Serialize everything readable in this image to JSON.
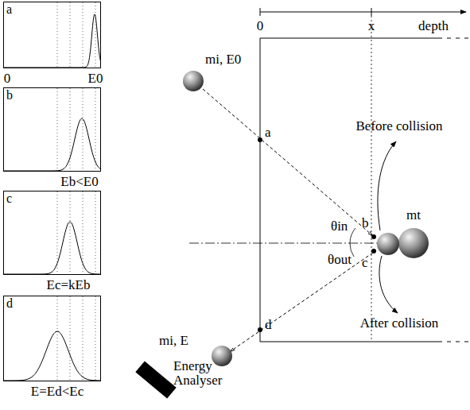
{
  "diagram": {
    "nodes": [
      {
        "text": [
          "a"
        ]
      },
      {
        "text": [
          "b"
        ]
      },
      {
        "text": [
          "c"
        ]
      },
      {
        "text": [
          "d"
        ]
      }
    ],
    "labels": [
      "0",
      "E0",
      "Eb<E0",
      "Ec=kEb",
      "E=Ed<Ec",
      "0",
      "x",
      "depth",
      "mi, E0",
      "a",
      "b",
      "c",
      "d",
      "θin",
      "θout",
      "mt",
      "Before collision",
      "After collision",
      "mi, E",
      "Energy Analyser"
    ]
  }
}
